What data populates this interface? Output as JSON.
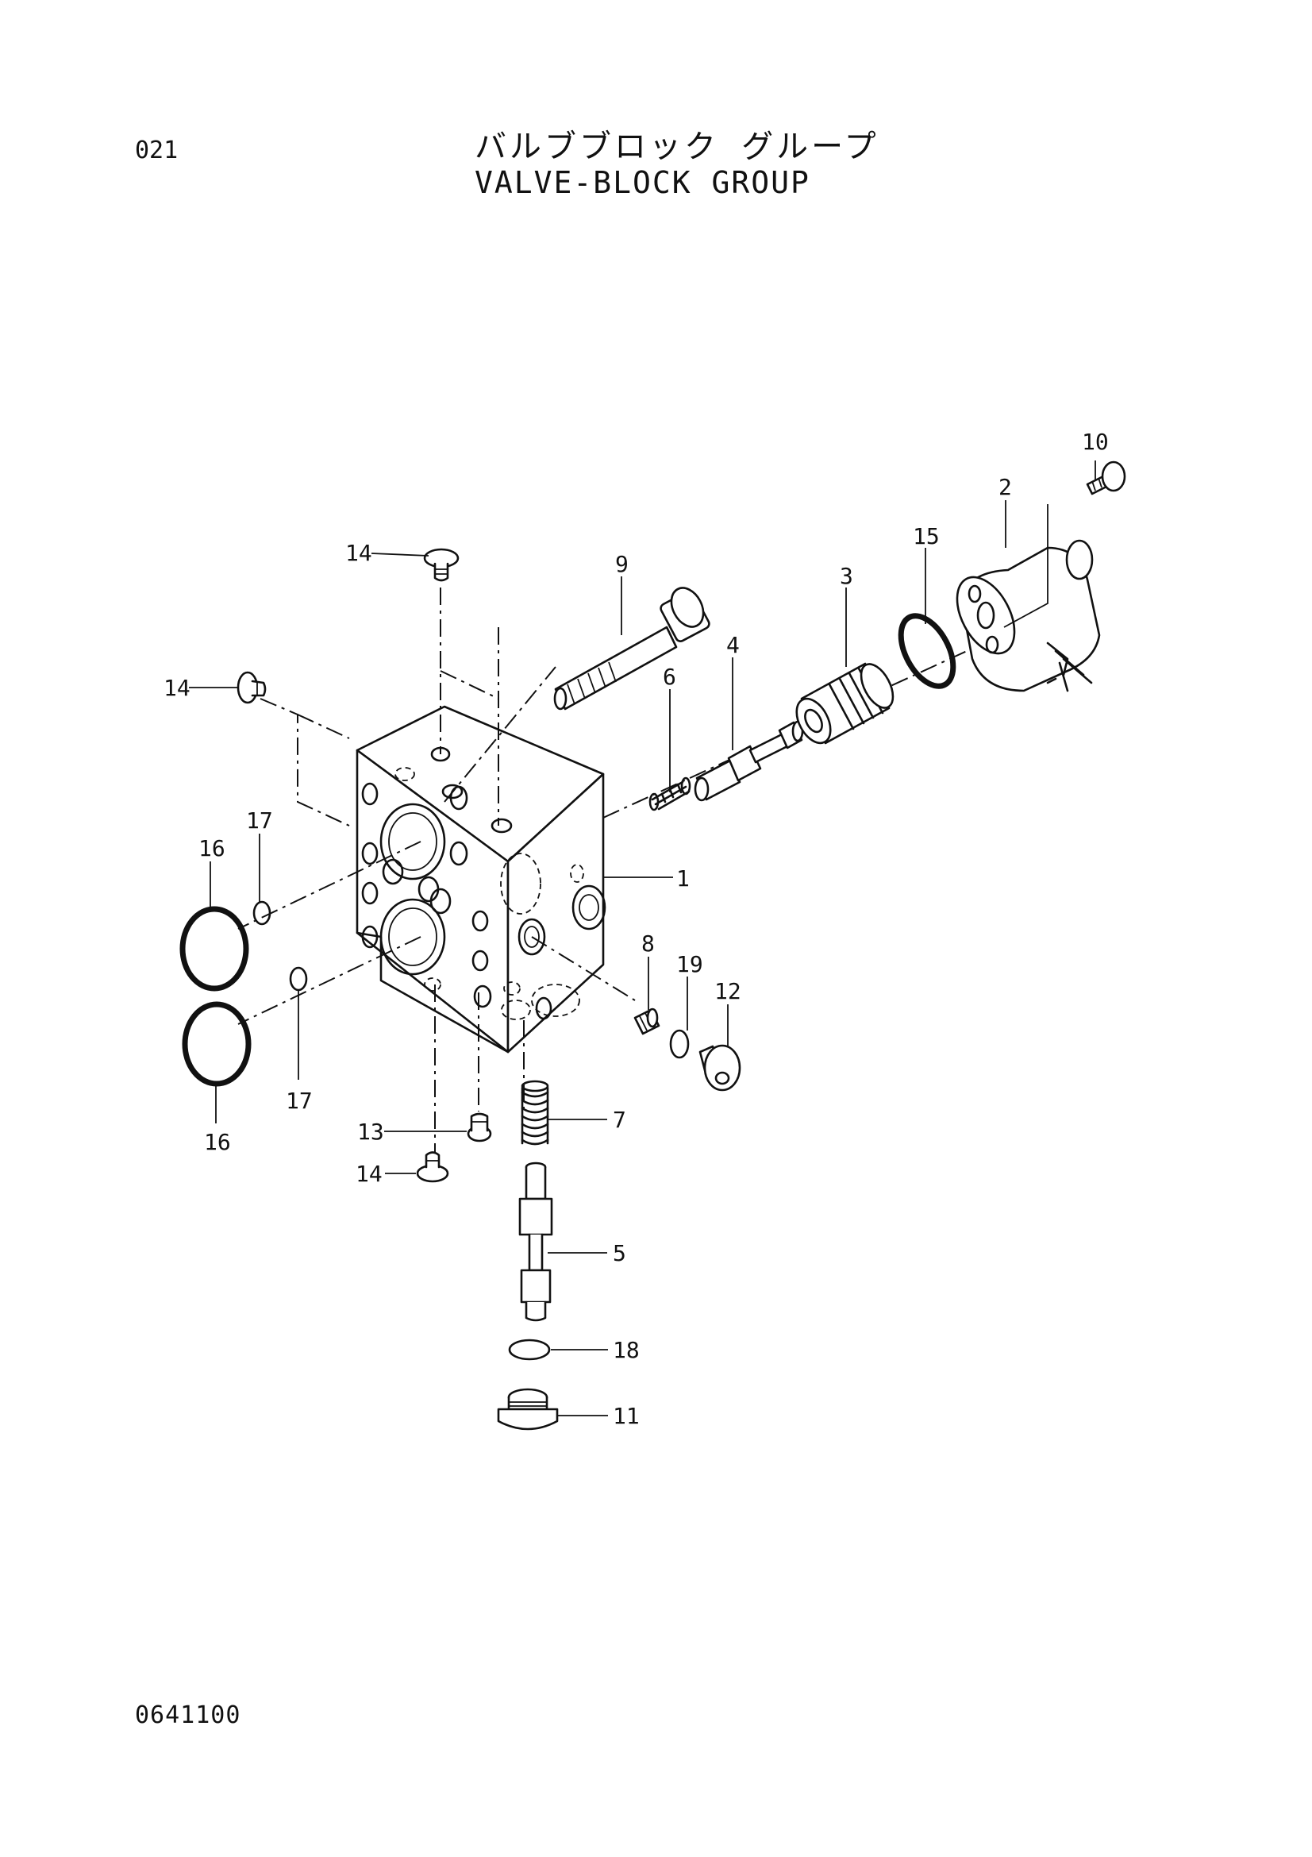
{
  "header": {
    "page_number": "021",
    "title_jp": "バルブブロック グループ",
    "title_en": "VALVE-BLOCK GROUP"
  },
  "footer": {
    "drawing_code": "0641100"
  },
  "callouts": {
    "c1": "1",
    "c2": "2",
    "c3": "3",
    "c4": "4",
    "c5": "5",
    "c6": "6",
    "c7": "7",
    "c8": "8",
    "c9": "9",
    "c10": "10",
    "c11": "11",
    "c12": "12",
    "c13": "13",
    "c14a": "14",
    "c14b": "14",
    "c14c": "14",
    "c15": "15",
    "c16a": "16",
    "c16b": "16",
    "c17a": "17",
    "c17b": "17",
    "c18": "18",
    "c19": "19"
  }
}
